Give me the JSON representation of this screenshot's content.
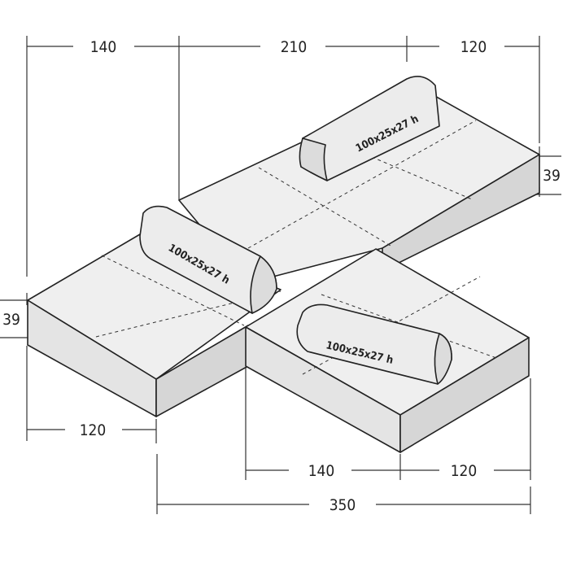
{
  "dimensions": {
    "top_left": "140",
    "top_middle": "210",
    "top_right": "120",
    "height_right": "39",
    "height_left": "39",
    "bottom_left": "120",
    "bottom_middle": "140",
    "bottom_right": "120",
    "overall_bottom": "350"
  },
  "cushions": {
    "back": "100x25x27 h",
    "middle": "100x25x27 h",
    "front": "100x25x27 h"
  },
  "colors": {
    "top_face": "#efefef",
    "side_face": "#e4e4e4",
    "front_face": "#d6d6d6",
    "cushion": "#ececec",
    "cushion_end": "#dcdcdc",
    "line": "#222222"
  }
}
